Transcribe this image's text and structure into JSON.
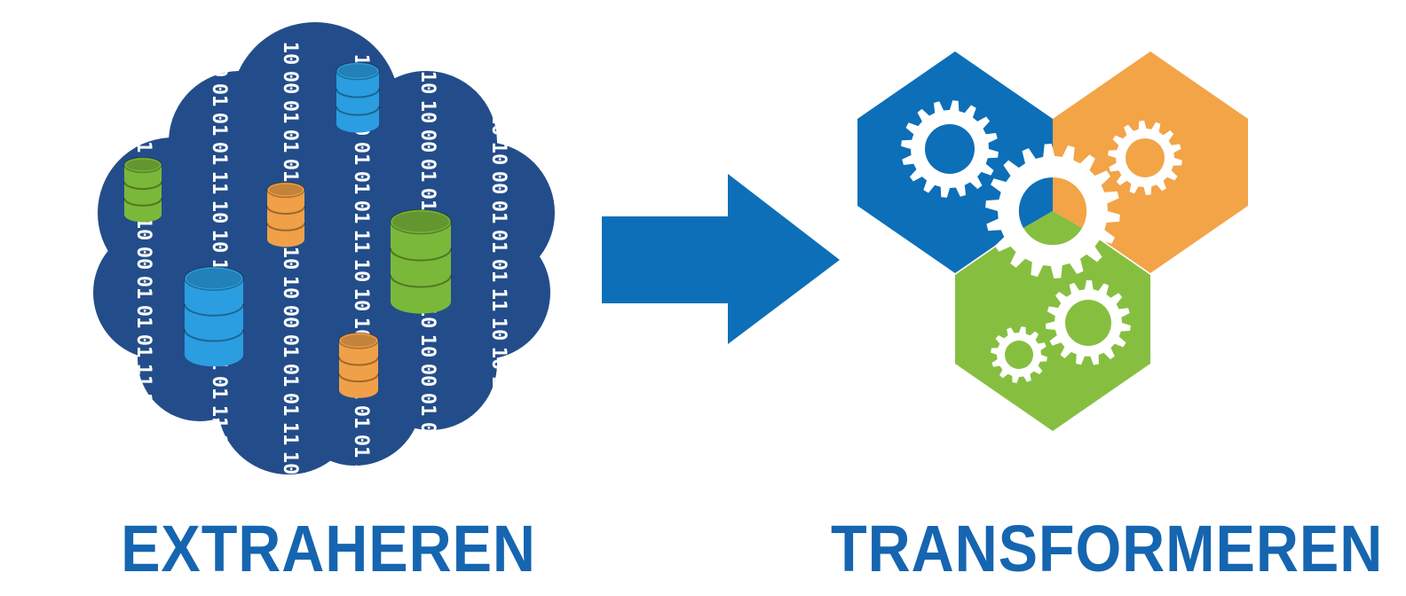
{
  "steps": [
    {
      "label": "EXTRAHEREN",
      "icon": "data-cloud-icon"
    },
    {
      "label": "TRANSFORMEREN",
      "icon": "gears-hexagons-icon"
    }
  ],
  "binary_digits": "0110100101101001011010010110100101101001",
  "colors": {
    "cloud": "#234d8a",
    "blue": "#0d6fb8",
    "orange": "#f2a447",
    "green": "#86bf40",
    "label": "#1565b0",
    "db_blue": "#2a9ee0",
    "db_green": "#7ab83a",
    "db_orange": "#f0a048"
  }
}
